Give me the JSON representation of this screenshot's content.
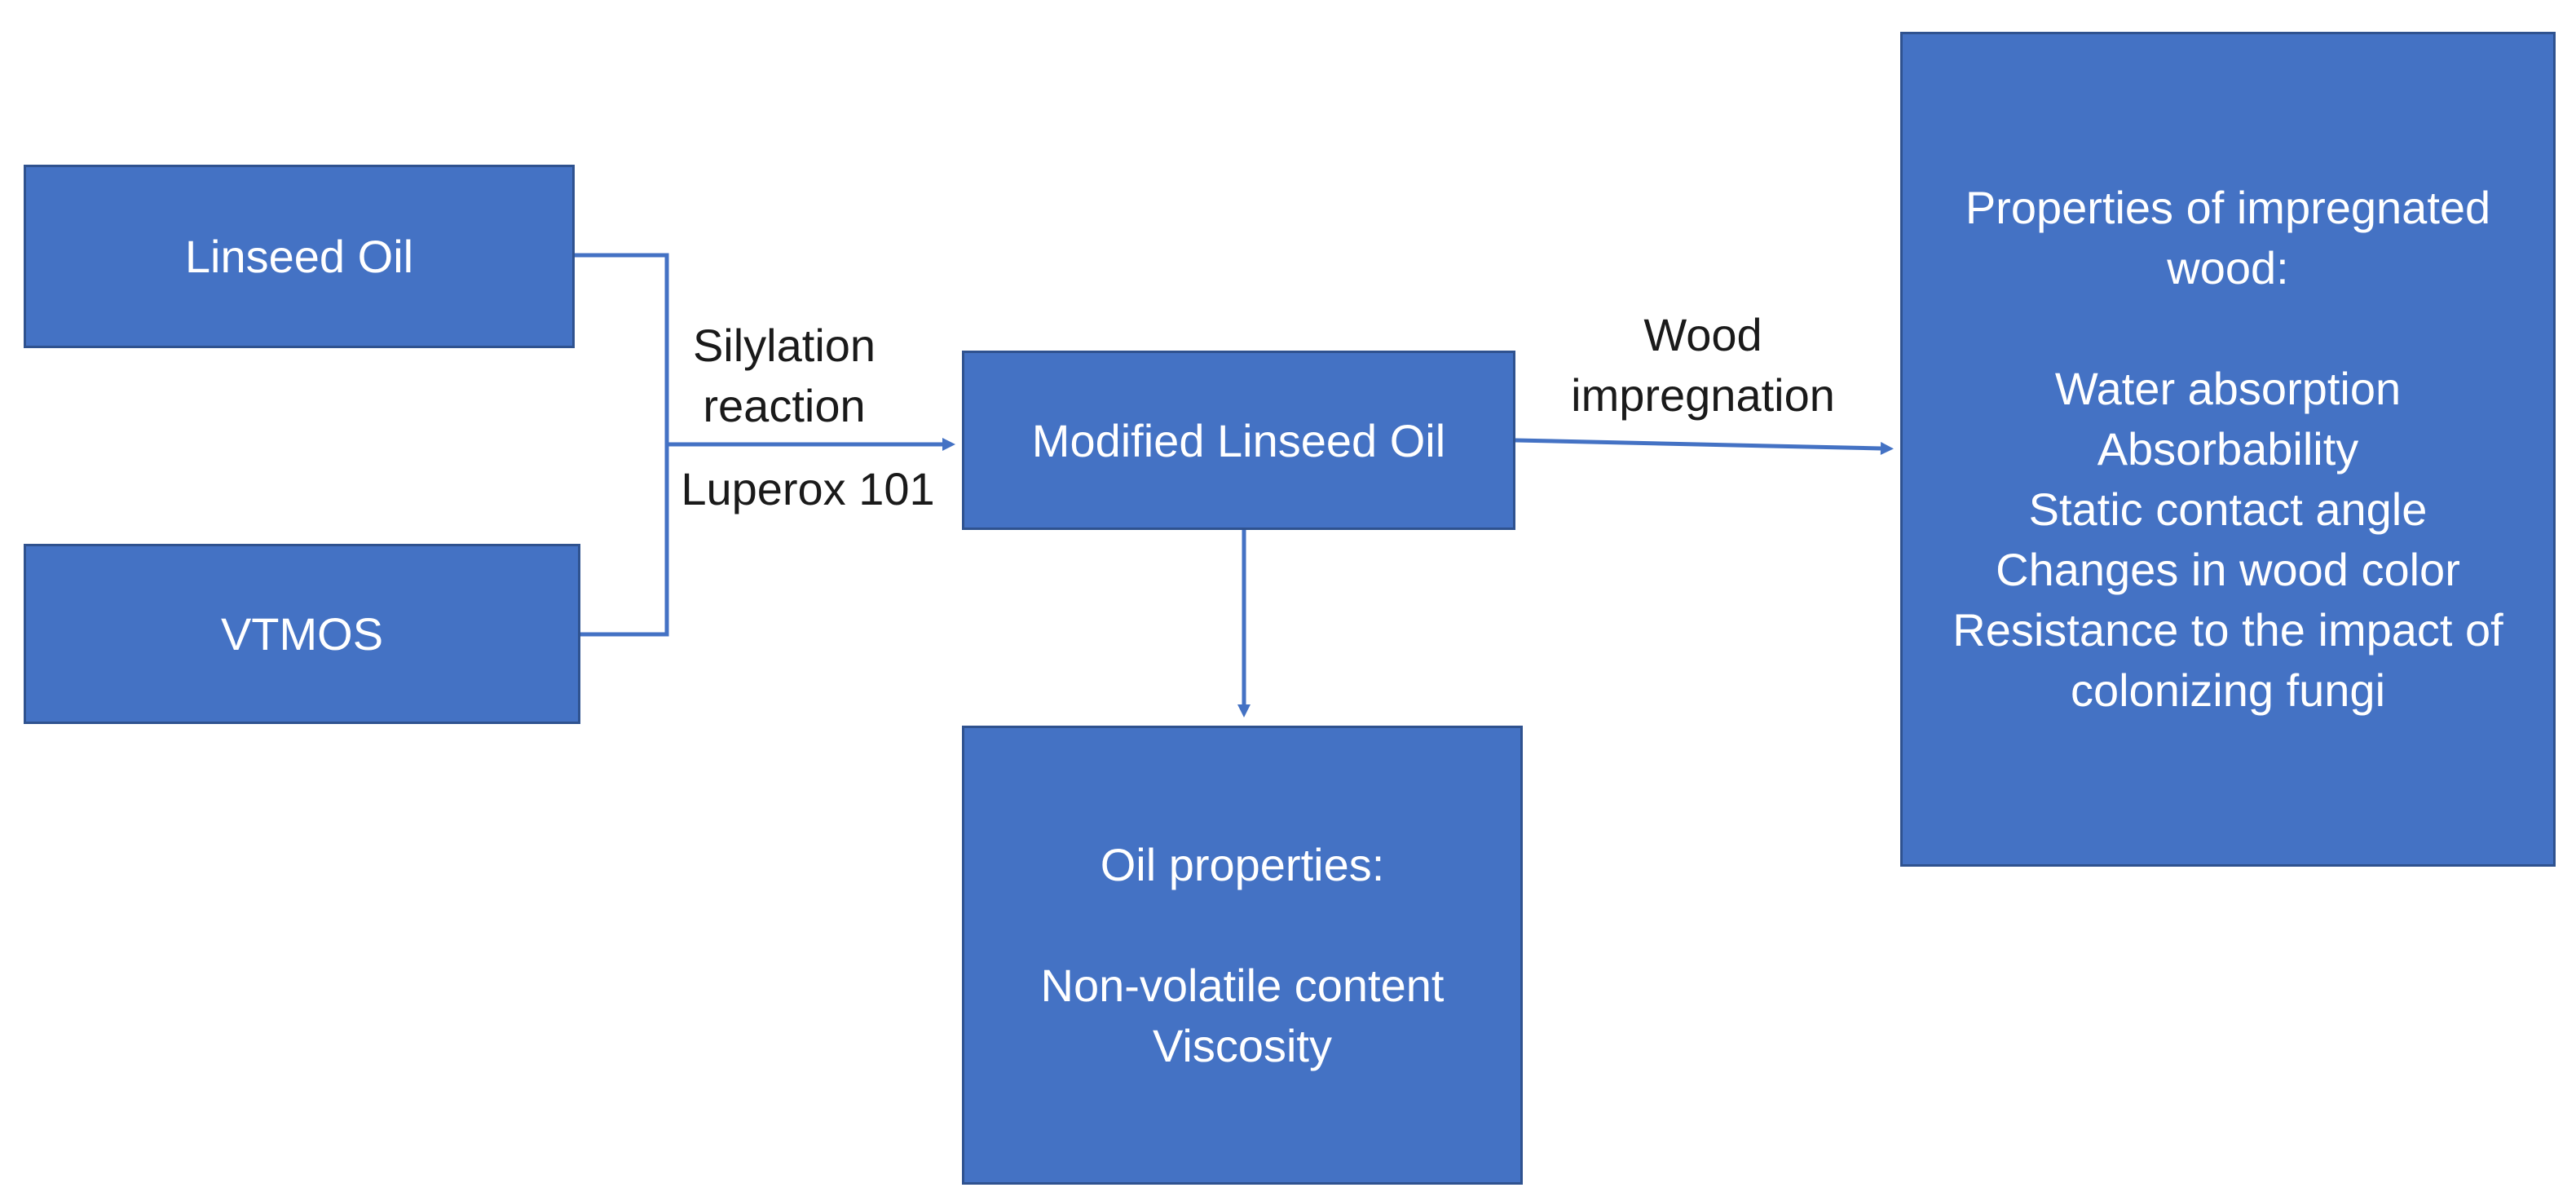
{
  "colors": {
    "canvas_bg": "#FFFFFF",
    "box_fill": "#4472C4",
    "box_border": "#2F528F",
    "connector": "#4472C4",
    "box_text": "#FFFFFF",
    "label_text": "#1A1A1A"
  },
  "boxes": {
    "linseed_oil": {
      "label": "Linseed Oil"
    },
    "vtmos": {
      "label": "VTMOS"
    },
    "modified_linseed_oil": {
      "label": "Modified Linseed Oil"
    },
    "oil_properties": {
      "lines": [
        "Oil properties:",
        "",
        "Non-volatile content",
        "Viscosity"
      ]
    },
    "impregnated_wood": {
      "lines": [
        "Properties of impregnated",
        "wood:",
        "",
        "Water absorption",
        "Absorbability",
        "Static contact angle",
        "Changes in wood color",
        "Resistance to the impact of",
        "colonizing fungi"
      ]
    }
  },
  "labels": {
    "silylation": {
      "lines": [
        "Silylation",
        "reaction"
      ]
    },
    "catalyst": {
      "text": "Luperox 101"
    },
    "wood_impregnation": {
      "lines": [
        "Wood",
        "impregnation"
      ]
    }
  }
}
